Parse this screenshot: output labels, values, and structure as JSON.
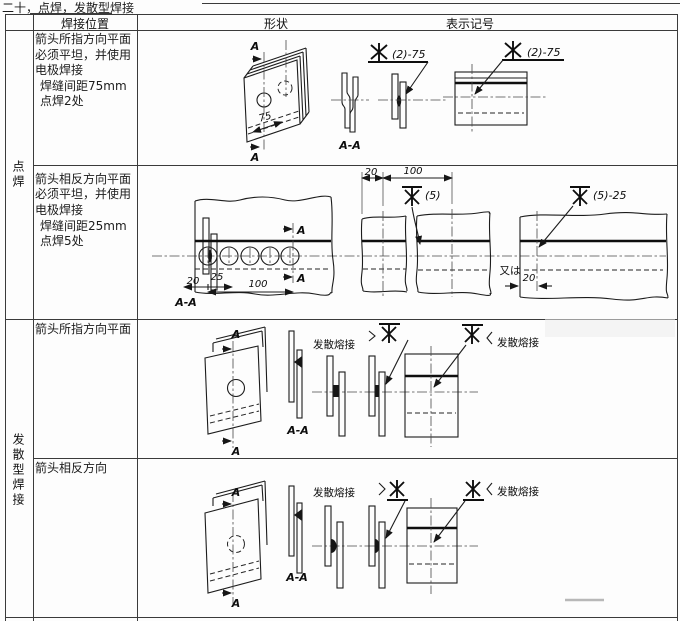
{
  "title": "二十，点焊，发散型焊接",
  "header": {
    "position": "焊接位置",
    "shape": "形状",
    "symbol": "表示记号"
  },
  "categories": {
    "spot": "点焊",
    "divergent": "发散型焊接"
  },
  "rows": {
    "r1": {
      "lines": [
        "箭头所指方向平面",
        "必须平坦，并使用",
        "电极焊接",
        "焊缝间距75mm",
        "点焊2处"
      ]
    },
    "r2": {
      "lines": [
        "箭头相反方向平面",
        "必须平坦，并使用",
        "电极焊接",
        "焊缝间距25mm",
        "点焊5处"
      ]
    },
    "r3": {
      "lines": [
        "箭头所指方向平面"
      ]
    },
    "r4": {
      "lines": [
        "箭头相反方向"
      ]
    }
  },
  "labels": {
    "section": "A-A",
    "arrow": "A",
    "or_jp": "又は",
    "divergent_weld": "发散熔接",
    "sym_spot2_75": "(2)-75",
    "sym_spot5": "(5)",
    "sym_spot5_25": "(5)-25"
  },
  "dims": {
    "d20": "20",
    "d25": "25",
    "d75": "75",
    "d100": "100"
  },
  "colors": {
    "ink": "#1c1c1c",
    "paper": "#fdfdfd",
    "watermark": "#ececec"
  }
}
